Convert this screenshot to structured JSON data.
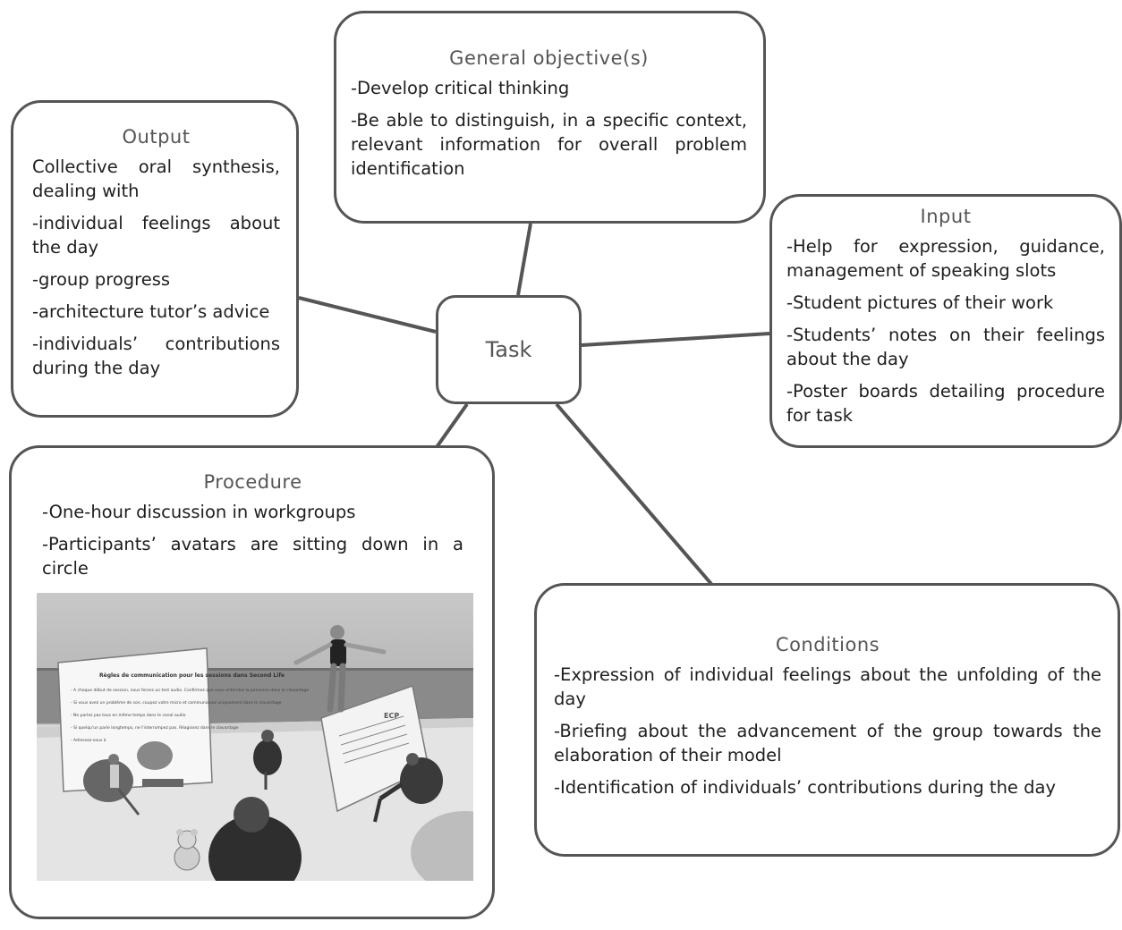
{
  "task": {
    "title": "Task"
  },
  "general_objectives": {
    "title": "General objective(s)",
    "items": [
      "-Develop critical thinking",
      "-Be able to distinguish, in a specific context, relevant information for overall problem identification"
    ]
  },
  "output": {
    "title": "Output",
    "items": [
      "Collective oral synthesis, dealing with",
      "-individual feelings about the day",
      "-group progress",
      "-architecture tutor’s advice",
      "-individuals’ contributions during the day"
    ]
  },
  "input": {
    "title": "Input",
    "items": [
      "-Help for expression, guidance, management of speaking slots",
      "-Student pictures of their work",
      "-Students’ notes on their feelings about the day",
      "-Poster boards detailing procedure for task"
    ]
  },
  "procedure": {
    "title": "Procedure",
    "items": [
      "-One-hour discussion in workgroups",
      "-Participants’ avatars are sitting down in a circle"
    ],
    "screenshot": {
      "poster_title": "Règles de communication pour les sessions dans Second Life",
      "poster_lines": [
        "- A chaque début de session, nous ferons un test audio. Confirmez que vous entendez la personne dans le clavardage",
        "- Si vous avez un problème de son, coupez votre micro et communiquez uniquement dans le clavardage",
        "- Ne parlez pas tous en même temps dans le canal audio",
        "- Si quelqu'un parle longtemps, ne l'interrompez pas. Réagissez dans le clavardage",
        "- Adressez-vous à"
      ],
      "right_poster_logo": "ECP"
    }
  },
  "conditions": {
    "title": "Conditions",
    "items": [
      "-Expression of individual feelings about the unfolding of the day",
      "-Briefing about the advancement of the group towards the elaboration of their model",
      "-Identification of individuals’ contributions during the day"
    ]
  },
  "colors": {
    "border": "#555555",
    "text": "#1e1e1e",
    "title": "#555555",
    "connector": "#555555"
  }
}
